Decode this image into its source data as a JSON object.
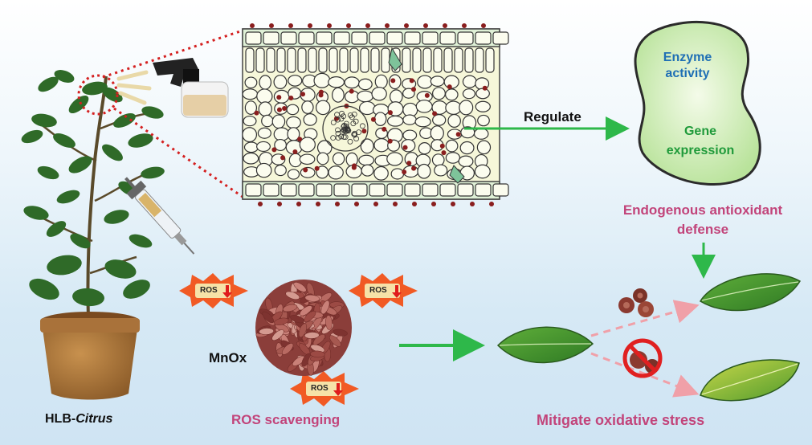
{
  "labels": {
    "plant": "HLB-",
    "plant_italic": "Citrus",
    "mnox": "MnOx",
    "ros_badge": "ROS",
    "ros_scavenging": "ROS scavenging",
    "regulate": "Regulate",
    "enzyme_line1": "Enzyme",
    "enzyme_line2": "activity",
    "gene_line1": "Gene",
    "gene_line2": "expression",
    "defense_line1": "Endogenous antioxidant",
    "defense_line2": "defense",
    "mitigate": "Mitigate oxidative stress"
  },
  "colors": {
    "pink_label": "#c2447a",
    "blue_text": "#1f6fb5",
    "green_text": "#1f9a3a",
    "arrow_green": "#2eb84a",
    "dotted_red": "#d42020",
    "cell_bg": "#f6f7d9",
    "bubble_fill": "#c9ecb0",
    "ros_star": "#f15a24"
  },
  "icons": [
    "citrus-plant-icon",
    "spray-bottle-icon",
    "syringe-icon",
    "mnox-nanoflower-icon",
    "leaf-icon",
    "prohibited-icon"
  ]
}
